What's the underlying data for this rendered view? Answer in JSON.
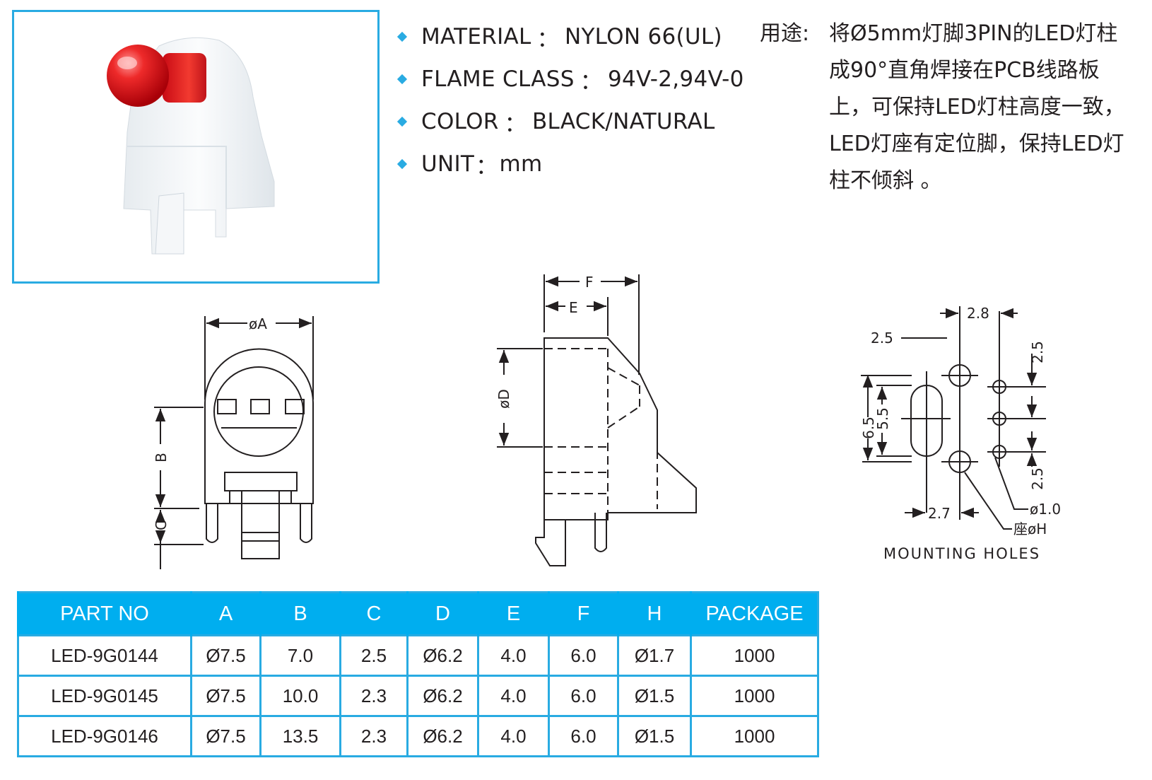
{
  "specs": [
    {
      "label": "MATERIAL",
      "sep": "：",
      "value": "NYLON 66(UL)"
    },
    {
      "label": "FLAME CLASS",
      "sep": "：",
      "value": "94V-2,94V-0"
    },
    {
      "label": "COLOR",
      "sep": "：",
      "value": "BLACK/NATURAL"
    },
    {
      "label": "UNIT",
      "sep": "：",
      "value": "mm"
    }
  ],
  "usage": {
    "label": "用途:",
    "lines": [
      "将Ø5mm灯脚3PIN的LED灯柱",
      "成90°直角焊接在PCB线路板",
      "上，可保持LED灯柱高度一致，",
      "LED灯座有定位脚，保持LED灯",
      "柱不倾斜 。"
    ]
  },
  "drawing": {
    "front": {
      "dia_a": "øA",
      "b": "B",
      "c": "C"
    },
    "side": {
      "f": "F",
      "e": "E",
      "dia_d": "øD"
    },
    "holes": {
      "d_2_8": "2.8",
      "d_2_5_top": "2.5",
      "d_2_5_right_top": "2.5",
      "d_6_5": "6.5",
      "d_5_5": "5.5",
      "d_2_5_right_bottom": "2.5",
      "d_2_7": "2.7",
      "dia_1_0": "ø1.0",
      "seat_h": "座øH",
      "title": "MOUNTING  HOLES"
    }
  },
  "table": {
    "headers": [
      "PART NO",
      "A",
      "B",
      "C",
      "D",
      "E",
      "F",
      "H",
      "PACKAGE"
    ],
    "rows": [
      [
        "LED-9G0144",
        "Ø7.5",
        "7.0",
        "2.5",
        "Ø6.2",
        "4.0",
        "6.0",
        "Ø1.7",
        "1000"
      ],
      [
        "LED-9G0145",
        "Ø7.5",
        "10.0",
        "2.3",
        "Ø6.2",
        "4.0",
        "6.0",
        "Ø1.5",
        "1000"
      ],
      [
        "LED-9G0146",
        "Ø7.5",
        "13.5",
        "2.3",
        "Ø6.2",
        "4.0",
        "6.0",
        "Ø1.5",
        "1000"
      ]
    ]
  },
  "colors": {
    "accent": "#29abe2",
    "header_bg": "#00aeef",
    "led_red": "#e8101c",
    "holder": "#f2f5f7"
  }
}
